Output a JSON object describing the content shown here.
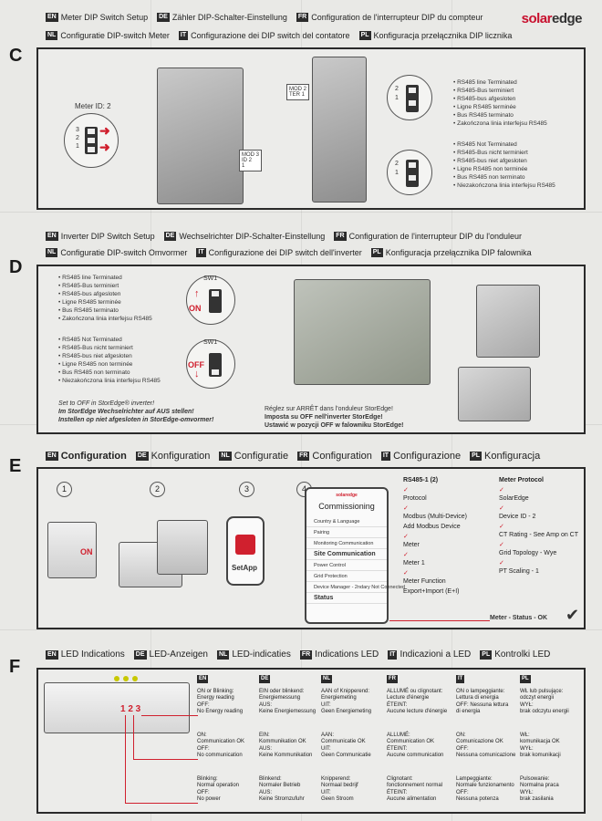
{
  "brand": {
    "solar": "solar",
    "edge": "edge"
  },
  "top_header": {
    "row1": [
      {
        "lang": "EN",
        "text": "Meter DIP Switch Setup"
      },
      {
        "lang": "DE",
        "text": "Zähler DIP-Schalter-Einstellung"
      },
      {
        "lang": "FR",
        "text": "Configuration de l'interrupteur DIP du compteur"
      }
    ],
    "row2": [
      {
        "lang": "NL",
        "text": "Configuratie DIP-switch Meter"
      },
      {
        "lang": "IT",
        "text": "Configurazione dei DIP switch del contatore"
      },
      {
        "lang": "PL",
        "text": "Konfiguracja przełącznika DIP licznika"
      }
    ]
  },
  "section_c": {
    "letter": "C",
    "meter_id_label": "Meter ID: 2",
    "dip_numbers": [
      "3",
      "2",
      "1"
    ],
    "mod_label_a": "MOD 3\nID 2\n1",
    "mod_label_b": "MOD 2\nTER 1",
    "terminated": [
      "RS485 line Terminated",
      "RS485-Bus terminiert",
      "RS485-bus afgesloten",
      "Ligne RS485 terminée",
      "Bus RS485 terminato",
      "Zakończona linia interfejsu RS485"
    ],
    "not_terminated": [
      "RS485 Not Terminated",
      "RS485-Bus nicht terminiert",
      "RS485-bus niet afgesloten",
      "Ligne RS485 non terminée",
      "Bus RS485 non terminato",
      "Niezakończona linia interfejsu RS485"
    ],
    "dip_top": [
      "2",
      "1"
    ],
    "dip_bottom": [
      "2",
      "1"
    ]
  },
  "mid_header": {
    "row1": [
      {
        "lang": "EN",
        "text": "Inverter DIP Switch Setup"
      },
      {
        "lang": "DE",
        "text": "Wechselrichter DIP-Schalter-Einstellung"
      },
      {
        "lang": "FR",
        "text": "Configuration de l'interrupteur DIP du l'onduleur"
      }
    ],
    "row2": [
      {
        "lang": "NL",
        "text": "Configuratie DIP-switch Omvormer"
      },
      {
        "lang": "IT",
        "text": "Configurazione dei DIP switch dell'inverter"
      },
      {
        "lang": "PL",
        "text": "Konfiguracja przełącznika DIP falownika"
      }
    ]
  },
  "section_d": {
    "letter": "D",
    "terminated": [
      "RS485 line Terminated",
      "RS485-Bus terminiert",
      "RS485-bus afgesloten",
      "Ligne RS485 terminée",
      "Bus RS485 terminato",
      "Zakończona linia interfejsu RS485"
    ],
    "not_terminated": [
      "RS485 Not Terminated",
      "RS485-Bus nicht terminiert",
      "RS485-bus niet afgesloten",
      "Ligne RS485 non terminée",
      "Bus RS485 non terminato",
      "Niezakończona linia interfejsu RS485"
    ],
    "sw_label": "SW1",
    "on_label": "ON",
    "off_label": "OFF",
    "notes_left": [
      "Set to OFF in StorEdge® inverter!",
      "Im StorEdge Wechselrichter auf AUS stellen!",
      "Instellen op niet afgesloten in StorEdge-omvormer!"
    ],
    "notes_right": [
      "Réglez sur ARRÊT dans l'onduleur StorEdge!",
      "Imposta su OFF nell'inverter StorEdge!",
      "Ustawić w pozycji OFF w falowniku StorEdge!"
    ]
  },
  "config_header": [
    {
      "lang": "EN",
      "text": "Configuration"
    },
    {
      "lang": "DE",
      "text": "Konfiguration"
    },
    {
      "lang": "NL",
      "text": "Configuratie"
    },
    {
      "lang": "FR",
      "text": "Configuration"
    },
    {
      "lang": "IT",
      "text": "Configurazione"
    },
    {
      "lang": "PL",
      "text": "Konfiguracja"
    }
  ],
  "section_e": {
    "letter": "E",
    "steps": [
      "1",
      "2",
      "3",
      "4"
    ],
    "on_label": "ON",
    "setapp_label": "SetApp",
    "phone": {
      "brand": "solaredge",
      "title": "Commissioning",
      "menu": [
        "Country & Language",
        "Pairing",
        "Monitoring Communication",
        "Site Communication",
        "Power Control",
        "Grid Protection",
        "Device Manager - 2ndary Not Connected",
        "Status"
      ]
    },
    "tree_left": [
      "RS485-1 (2)",
      "Protocol",
      "Modbus (Multi-Device)",
      "Add Modbus Device",
      "Meter",
      "Meter 1",
      "Meter Function",
      "Export+Import (E+I)"
    ],
    "tree_right": [
      "Meter Protocol",
      "SolarEdge",
      "Device ID - 2",
      "CT Rating - See Amp on CT",
      "Grid Topology - Wye",
      "PT Scaling - 1"
    ],
    "status_result": "Meter - Status - OK"
  },
  "led_header": [
    {
      "lang": "EN",
      "text": "LED Indications"
    },
    {
      "lang": "DE",
      "text": "LED-Anzeigen"
    },
    {
      "lang": "NL",
      "text": "LED-indicaties"
    },
    {
      "lang": "FR",
      "text": "Indications LED"
    },
    {
      "lang": "IT",
      "text": "Indicazioni a LED"
    },
    {
      "lang": "PL",
      "text": "Kontrolki LED"
    }
  ],
  "section_f": {
    "letter": "F",
    "led_numbers": "1 2 3",
    "columns": [
      {
        "lang": "EN",
        "cells": [
          "ON or Blinking:\nEnergy reading\nOFF:\nNo Energy reading",
          "ON:\nCommunication OK\nOFF:\nNo communication",
          "Blinking:\nNormal operation\nOFF:\nNo power"
        ]
      },
      {
        "lang": "DE",
        "cells": [
          "EIN oder blinkend:\nEnergiemessung\nAUS:\nKeine Energiemessung",
          "EIN:\nKommunikation OK\nAUS:\nKeine Kommunikation",
          "Blinkend:\nNormaler Betrieb\nAUS:\nKeine Stromzufuhr"
        ]
      },
      {
        "lang": "NL",
        "cells": [
          "AAN of Knipperend:\nEnergiemeting\nUIT:\nGeen Energiemeting",
          "AAN:\nCommunicatie OK\nUIT:\nGeen Communicatie",
          "Knipperend:\nNormaal bedrijf\nUIT:\nGeen Stroom"
        ]
      },
      {
        "lang": "FR",
        "cells": [
          "ALLUMÉ ou clignotant:\nLecture d'énergie\nÉTEINT:\nAucune lecture d'énergie",
          "ALLUMÉ:\nCommunication OK\nÉTEINT:\nAucune communication",
          "Clignotant:\nfonctionnement normal\nÉTEINT:\nAucune alimentation"
        ]
      },
      {
        "lang": "IT",
        "cells": [
          "ON o lampeggiante:\nLettura di energia\nOFF: Nessuna lettura\ndi energia",
          "ON:\nComunicazione OK\nOFF:\nNessuna comunicazione",
          "Lampeggiante:\nNormale funzionamento\nOFF:\nNessuna potenza"
        ]
      },
      {
        "lang": "PL",
        "cells": [
          "WŁ lub pulsujące:\nodczyt energii\nWYŁ:\nbrak odczytu energii",
          "WŁ:\nkomunikacja OK\nWYŁ:\nbrak komunikacji",
          "Pulsowanie:\nNormalna praca\nWYŁ:\nbrak zasilania"
        ]
      }
    ]
  }
}
